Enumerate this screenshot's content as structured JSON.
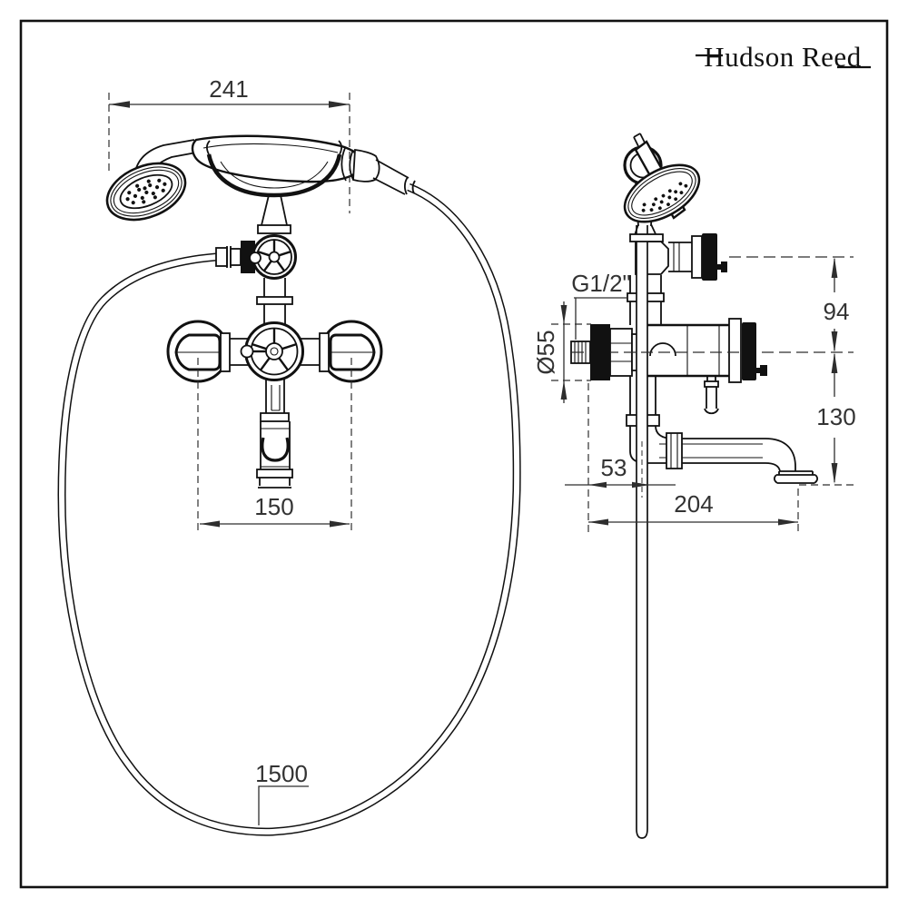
{
  "brand": {
    "logo_text": "Hudson Reed"
  },
  "views": {
    "front": {
      "dim_overall_width": "241",
      "dim_handle_centers": "150",
      "dim_hose_length": "1500"
    },
    "side": {
      "label_thread": "G1/2\"",
      "dim_flange_diameter": "Ø55",
      "dim_wall_offset": "53",
      "dim_spout_projection": "204",
      "dim_diverter_to_body": "94",
      "dim_body_to_outlet": "130"
    }
  },
  "colors": {
    "line": "#111111",
    "dim": "#2e2e2e",
    "background": "#ffffff"
  }
}
